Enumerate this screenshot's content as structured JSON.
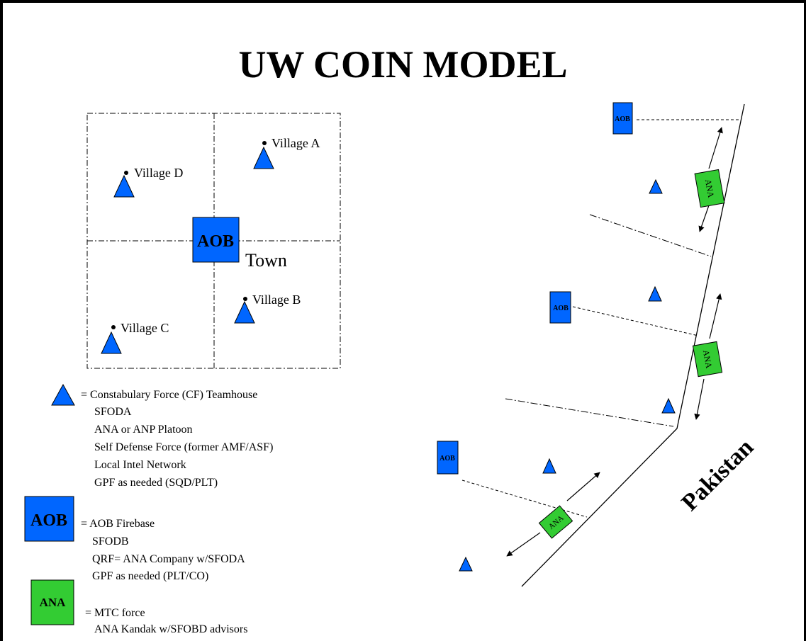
{
  "title": "UW COIN MODEL",
  "colors": {
    "aob_blue": "#0066ff",
    "ana_green": "#33cc33",
    "triangle_blue": "#0066ff"
  },
  "map": {
    "center_label": "AOB",
    "town": "Town",
    "villages": {
      "a": "Village A",
      "b": "Village B",
      "c": "Village C",
      "d": "Village D"
    }
  },
  "border": {
    "country": "Pakistan",
    "aob_label": "AOB",
    "ana_label": "ANA"
  },
  "legend": {
    "cf": {
      "items": [
        "=  Constabulary Force (CF) Teamhouse",
        "SFODA",
        "ANA or ANP Platoon",
        "Self Defense Force (former AMF/ASF)",
        "Local Intel Network",
        "GPF as needed (SQD/PLT)"
      ]
    },
    "aob": {
      "box_label": "AOB",
      "items": [
        "= AOB Firebase",
        "SFODB",
        "QRF= ANA Company w/SFODA",
        "GPF as needed (PLT/CO)"
      ]
    },
    "ana": {
      "box_label": "ANA",
      "items": [
        "= MTC force",
        "ANA Kandak w/SFOBD advisors"
      ]
    }
  }
}
